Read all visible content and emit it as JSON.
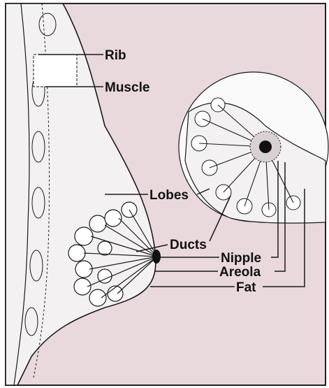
{
  "diagram": {
    "labels": {
      "rib": "Rib",
      "muscle": "Muscle",
      "lobes": "Lobes",
      "ducts": "Ducts",
      "nipple": "Nipple",
      "areola": "Areola",
      "fat": "Fat"
    },
    "colors": {
      "background": "#e9d8dc",
      "frame": "#222222",
      "line": "#1a1a1a",
      "tissue": "#f4f1f2",
      "inset": "#fbfafa"
    }
  }
}
